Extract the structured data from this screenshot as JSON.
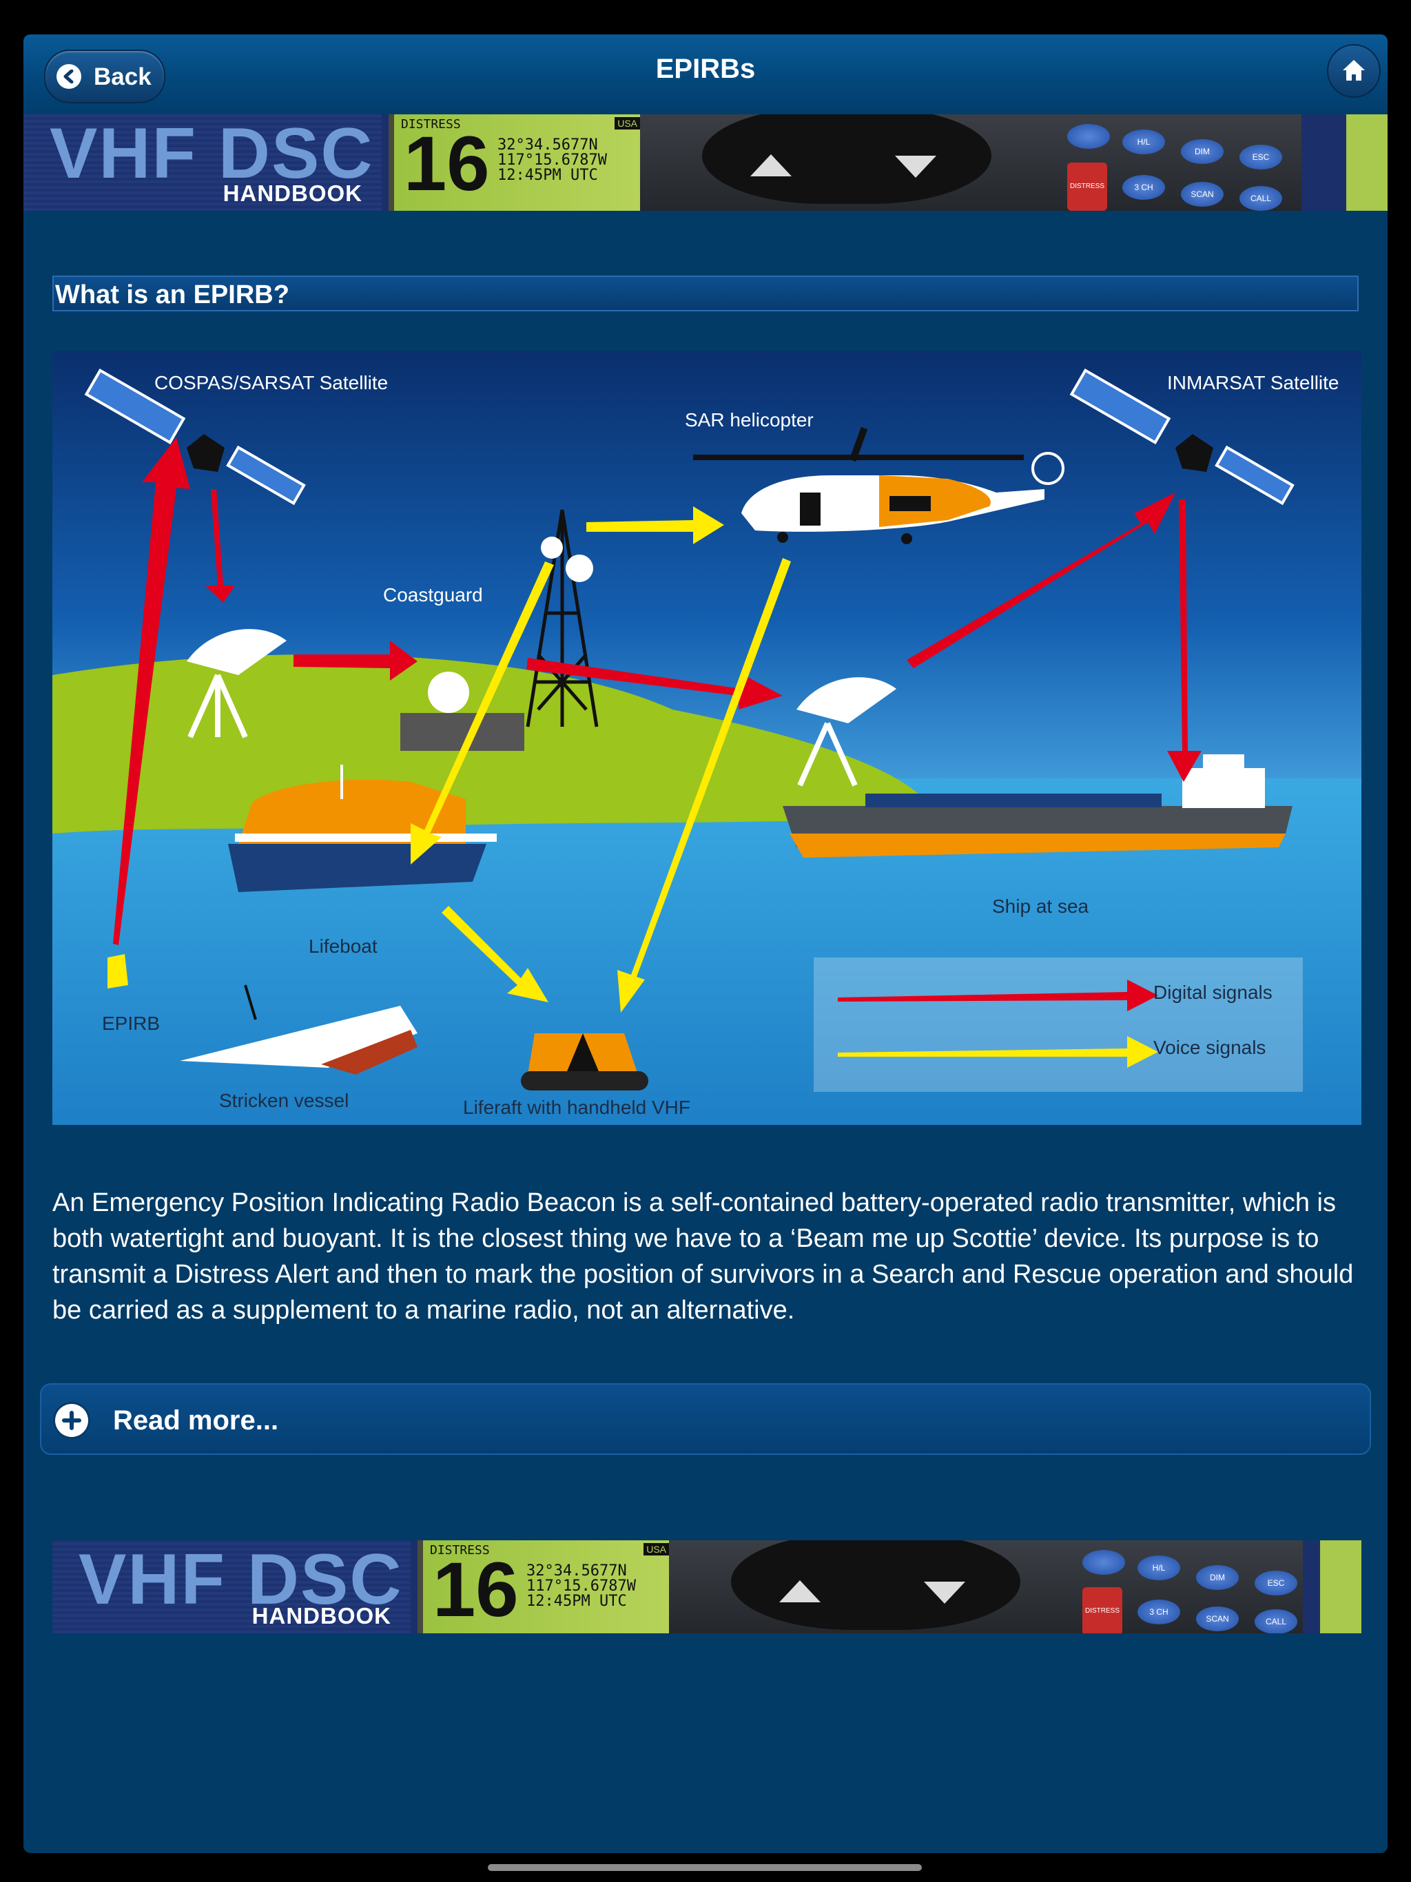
{
  "navbar": {
    "back_label": "Back",
    "title": "EPIRBs"
  },
  "banner": {
    "brand_line1": "VHF DSC",
    "brand_line2": "HANDBOOK",
    "lcd_distress": "DISTRESS",
    "lcd_channel": "16",
    "lcd_usa": "USA",
    "lcd_lat": "32°34.5677N",
    "lcd_lon": "117°15.6787W",
    "lcd_time": "12:45PM UTC",
    "keys": [
      "H/L",
      "DIM",
      "ESC",
      "3 CH",
      "SCAN",
      "CALL",
      "DISTRESS"
    ]
  },
  "section": {
    "heading": "What is an EPIRB?"
  },
  "diagram": {
    "labels": {
      "cospas": "COSPAS/SARSAT Satellite",
      "inmarsat": "INMARSAT Satellite",
      "helicopter": "SAR helicopter",
      "coastguard": "Coastguard",
      "lifeboat": "Lifeboat",
      "epirb": "EPIRB",
      "stricken": "Stricken vessel",
      "liferaft": "Liferaft with handheld VHF",
      "ship": "Ship at sea"
    },
    "legend": {
      "digital": "Digital signals",
      "voice": "Voice signals"
    },
    "colors": {
      "digital": "#e3001b",
      "voice": "#ffec00",
      "land": "#9cc51d",
      "sea": "#2ea3e0",
      "lifeboat": "#f39200"
    }
  },
  "body": {
    "paragraph": "An Emergency Position Indicating Radio Beacon is a self-contained battery-operated radio transmitter, which is both watertight and buoyant. It is the closest thing we have to a ‘Beam me up Scottie’ device. Its purpose is to transmit a Distress Alert and then to mark the position of survivors in a Search and Rescue operation and should be carried as a supplement to a marine radio, not an alternative."
  },
  "readmore": {
    "label": "Read more..."
  }
}
